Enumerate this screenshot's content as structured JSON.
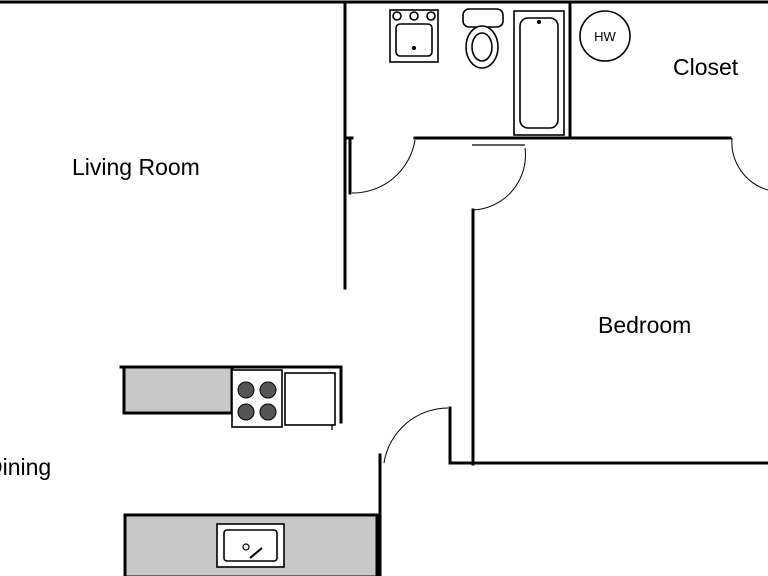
{
  "rooms": {
    "living_room": "Living Room",
    "bedroom": "Bedroom",
    "closet": "Closet",
    "dining": "Dining"
  },
  "fixtures": {
    "water_heater": "HW"
  },
  "colors": {
    "wall": "#000000",
    "counter": "#c8c8c8",
    "background": "#ffffff"
  }
}
